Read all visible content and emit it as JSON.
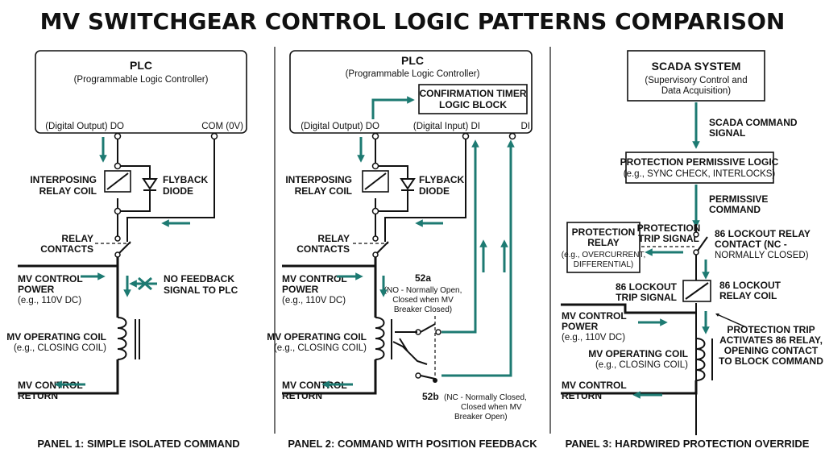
{
  "title": "MV SWITCHGEAR CONTROL LOGIC PATTERNS COMPARISON",
  "colors": {
    "accent": "#1d7a72",
    "line": "#111111"
  },
  "panel1": {
    "plc_title": "PLC",
    "plc_sub": "(Programmable Logic Controller)",
    "do_label": "(Digital Output) DO",
    "com_label": "COM (0V)",
    "relay_coil": [
      "INTERPOSING",
      "RELAY COIL"
    ],
    "flyback": [
      "FLYBACK",
      "DIODE"
    ],
    "relay_contacts": [
      "RELAY",
      "CONTACTS"
    ],
    "ctrl_power": [
      "MV CONTROL",
      "POWER"
    ],
    "ctrl_power_note": "(e.g., 110V DC)",
    "no_feedback": [
      "NO FEEDBACK",
      "SIGNAL TO PLC"
    ],
    "op_coil": "MV OPERATING COIL",
    "op_coil_note": "(e.g., CLOSING COIL)",
    "ctrl_return": [
      "MV CONTROL",
      "RETURN"
    ],
    "caption": "PANEL 1: SIMPLE ISOLATED COMMAND"
  },
  "panel2": {
    "plc_title": "PLC",
    "plc_sub": "(Programmable Logic Controller)",
    "timer": [
      "CONFIRMATION TIMER",
      "LOGIC BLOCK"
    ],
    "do_label": "(Digital Output) DO",
    "di_label1": "(Digital Input) DI",
    "di_label2": "DI",
    "relay_coil": [
      "INTERPOSING",
      "RELAY COIL"
    ],
    "flyback": [
      "FLYBACK",
      "DIODE"
    ],
    "relay_contacts": [
      "RELAY",
      "CONTACTS"
    ],
    "ctrl_power": [
      "MV CONTROL",
      "POWER"
    ],
    "ctrl_power_note": "(e.g., 110V DC)",
    "a52": "52a",
    "a52_note": [
      "(NO - Normally Open,",
      "Closed when MV",
      "Breaker Closed)"
    ],
    "op_coil": "MV OPERATING COIL",
    "op_coil_note": "(e.g., CLOSING COIL)",
    "ctrl_return": [
      "MV CONTROL",
      "RETURN"
    ],
    "b52": "52b",
    "b52_note": [
      "(NC - Normally Closed,",
      "Closed when MV",
      "Breaker Open)"
    ],
    "caption": "PANEL 2: COMMAND WITH POSITION FEEDBACK"
  },
  "panel3": {
    "scada_title": "SCADA SYSTEM",
    "scada_sub": [
      "(Supervisory Control and",
      "Data Acquisition)"
    ],
    "scada_cmd": [
      "SCADA COMMAND",
      "SIGNAL"
    ],
    "perm_logic": "PROTECTION PERMISSIVE LOGIC",
    "perm_logic_sub": "(e.g., SYNC CHECK, INTERLOCKS)",
    "perm_cmd": [
      "PERMISSIVE",
      "COMMAND"
    ],
    "prot_relay": [
      "PROTECTION",
      "RELAY"
    ],
    "prot_relay_sub": [
      "(e.g., OVERCURRENT,",
      "DIFFERENTIAL)"
    ],
    "trip_signal": [
      "PROTECTION",
      "TRIP SIGNAL"
    ],
    "lockout_contact": [
      "86 LOCKOUT RELAY",
      "CONTACT (NC -",
      "NORMALLY CLOSED)"
    ],
    "lockout_trip": [
      "86 LOCKOUT",
      "TRIP SIGNAL"
    ],
    "lockout_coil": [
      "86 LOCKOUT",
      "RELAY COIL"
    ],
    "ctrl_power": [
      "MV CONTROL",
      "POWER"
    ],
    "ctrl_power_note": "(e.g., 110V DC)",
    "trip_note": [
      "PROTECTION TRIP",
      "ACTIVATES 86 RELAY,",
      "OPENING CONTACT",
      "TO BLOCK COMMAND"
    ],
    "op_coil": "MV OPERATING COIL",
    "op_coil_note": "(e.g., CLOSING COIL)",
    "ctrl_return": [
      "MV CONTROL",
      "RETURN"
    ],
    "caption": "PANEL 3: HARDWIRED PROTECTION OVERRIDE"
  }
}
